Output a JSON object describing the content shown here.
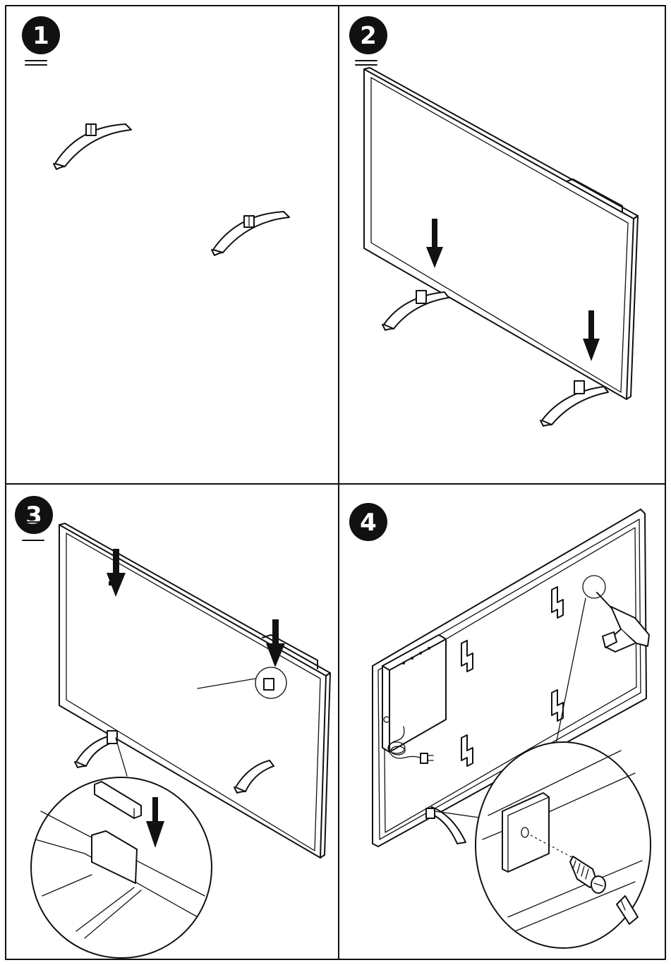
{
  "steps": [
    {
      "number": "1"
    },
    {
      "number": "2"
    },
    {
      "number": "3"
    },
    {
      "number": "4"
    }
  ],
  "colors": {
    "line": "#111111",
    "background": "#ffffff"
  },
  "icons": [
    "stand-foot-icon",
    "down-arrow-icon",
    "screw-icon",
    "screwdriver-icon",
    "power-plug-icon",
    "wall-bracket-icon"
  ]
}
